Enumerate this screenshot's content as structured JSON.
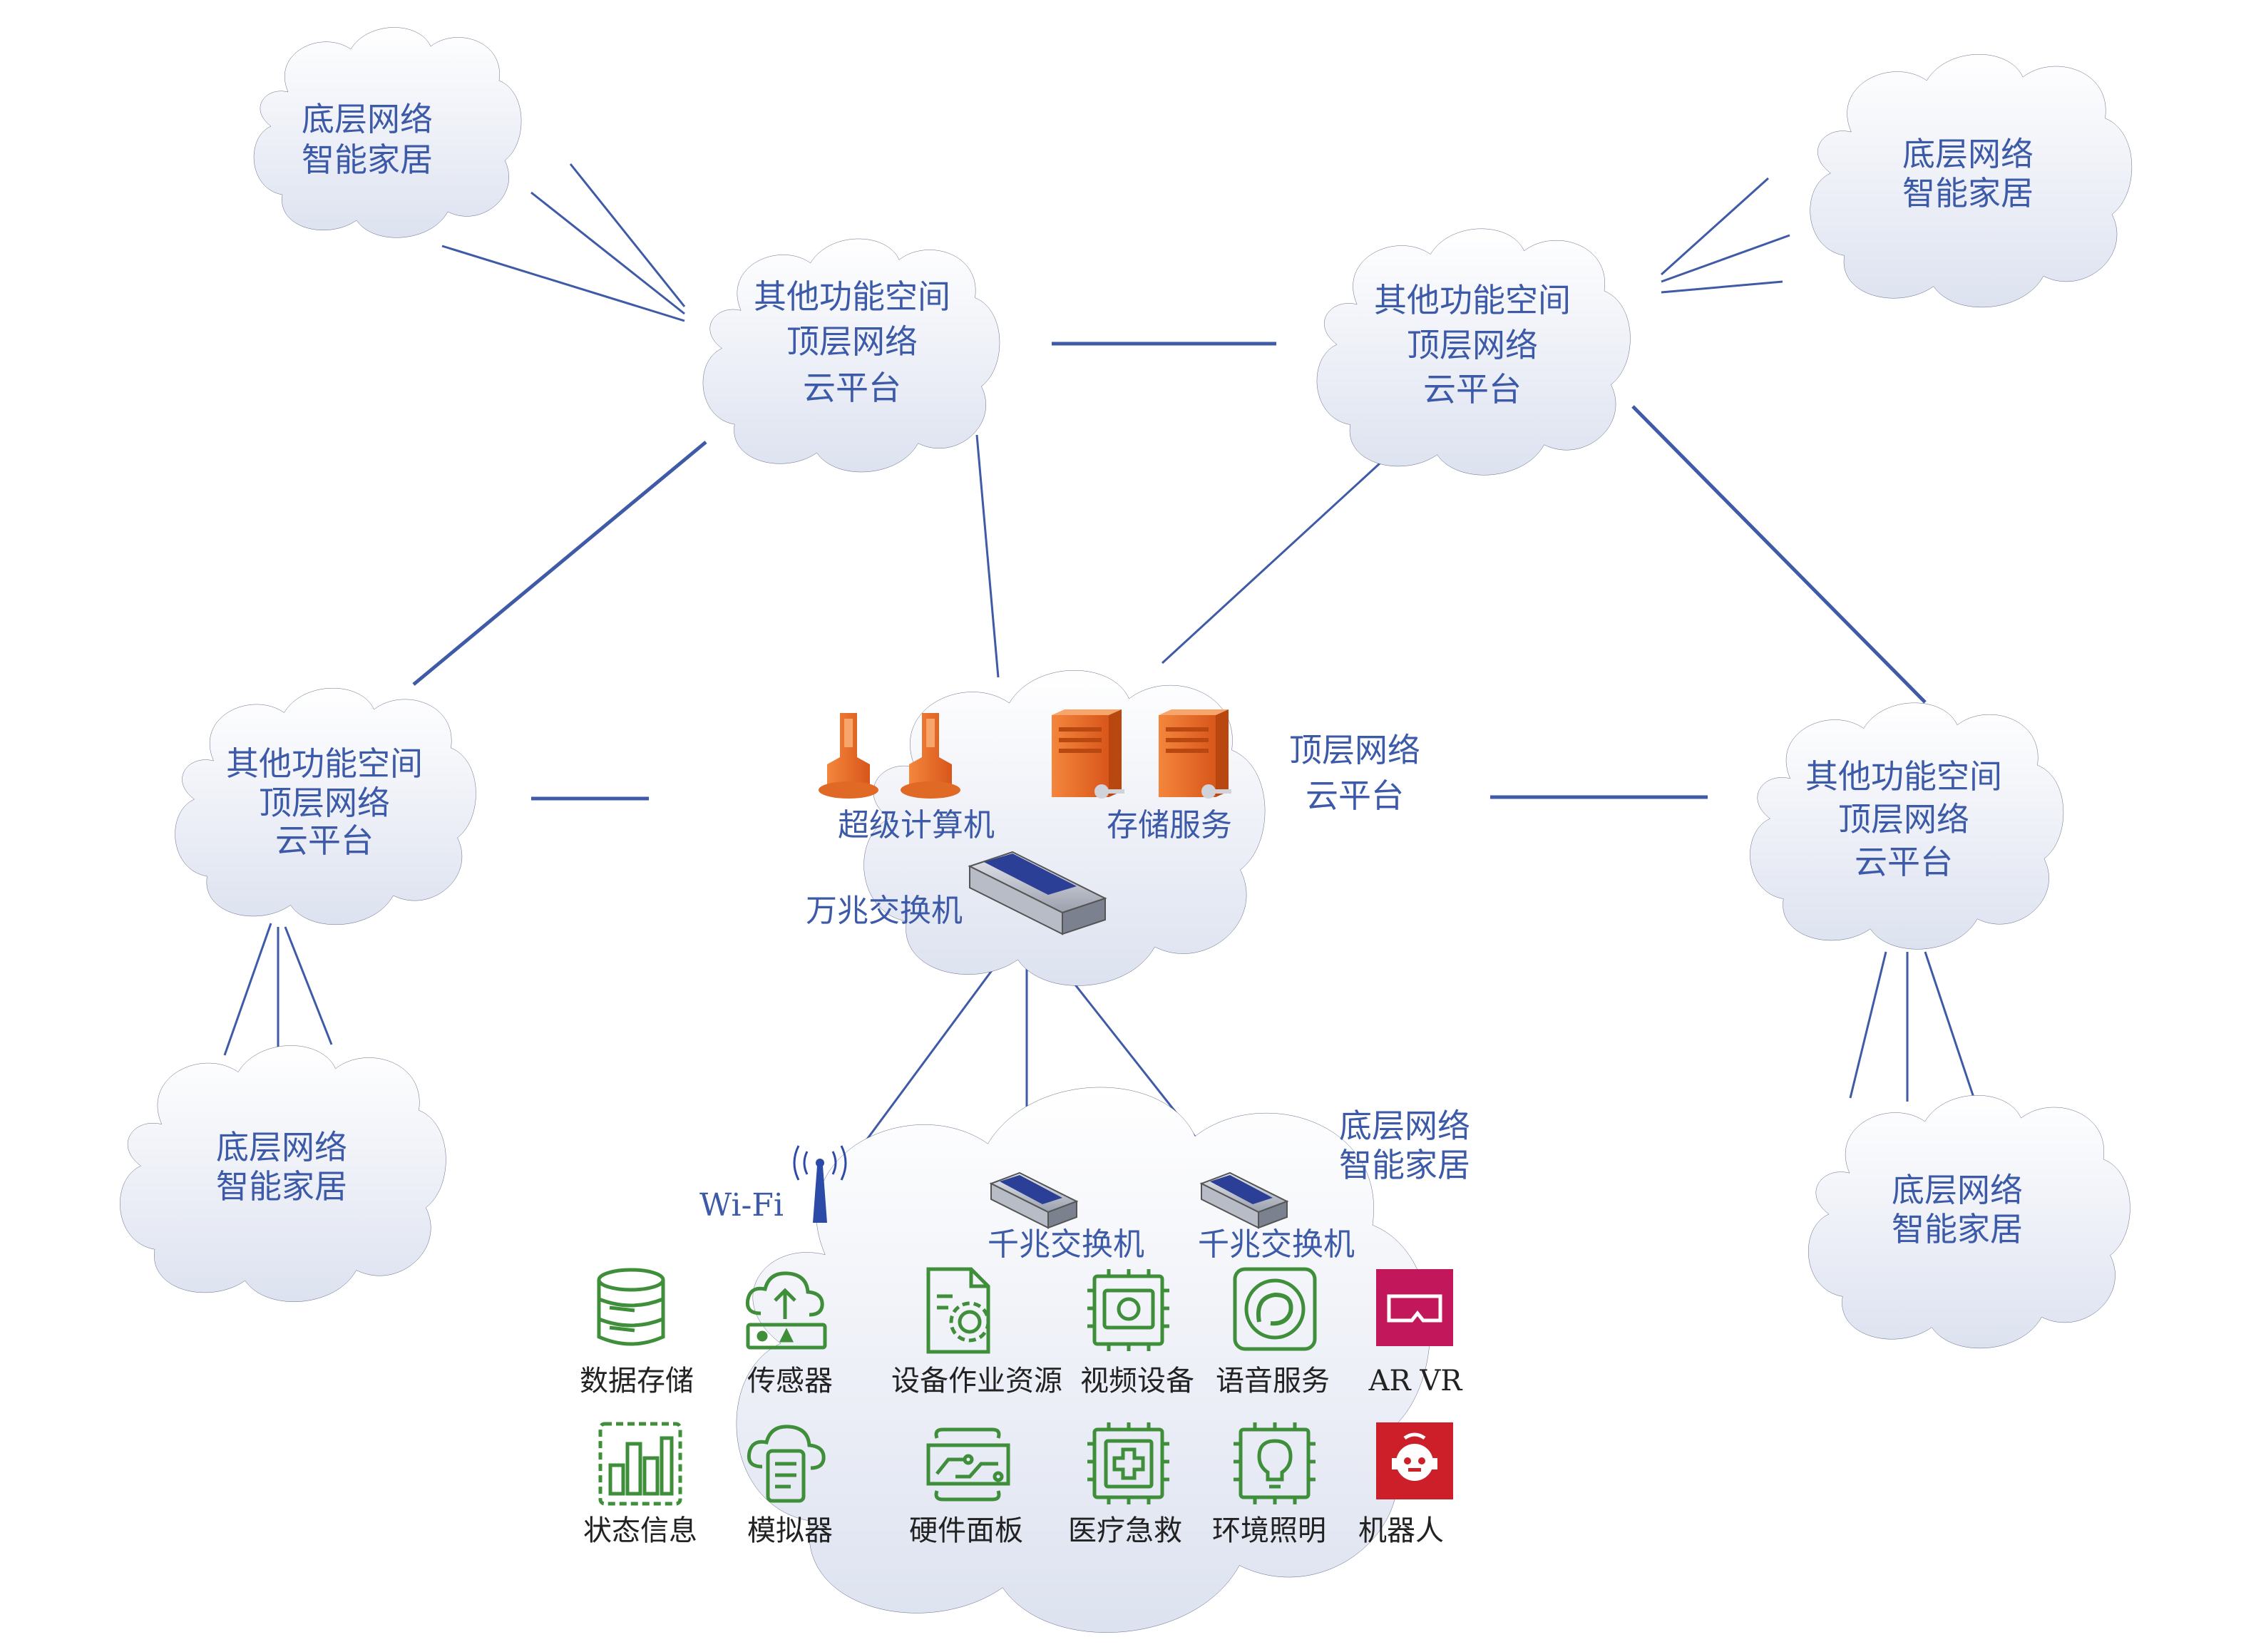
{
  "colors": {
    "link": "#3f5aa6",
    "cloud_fill_top": "#ffffff",
    "cloud_fill_bottom": "#dde2f0",
    "cloud_stroke": "#1f2b52",
    "text_blue": "#3c5aa8",
    "icon_green": "#3e8e3a",
    "accent_magenta": "#c2185b",
    "accent_red": "#cc1f2a",
    "orange": "#ef7a2c"
  },
  "clouds": {
    "top_left_home": [
      "底层网络",
      "智能家居"
    ],
    "top_right_home": [
      "底层网络",
      "智能家居"
    ],
    "top_center_left": [
      "其他功能空间",
      "顶层网络",
      "云平台"
    ],
    "top_center_right": [
      "其他功能空间",
      "顶层网络",
      "云平台"
    ],
    "mid_left": [
      "其他功能空间",
      "顶层网络",
      "云平台"
    ],
    "mid_right": [
      "其他功能空间",
      "顶层网络",
      "云平台"
    ],
    "bottom_left_home": [
      "底层网络",
      "智能家居"
    ],
    "bottom_right_home": [
      "底层网络",
      "智能家居"
    ],
    "center": [
      "顶层网络",
      "云平台"
    ],
    "main_home": [
      "底层网络",
      "智能家居"
    ]
  },
  "center_devices": {
    "supercomputer": "超级计算机",
    "storage": "存储服务",
    "core_switch": "万兆交换机"
  },
  "home_devices": {
    "wifi": "Wi-Fi",
    "switch_1": "千兆交换机",
    "switch_2": "千兆交换机"
  },
  "services_row1": [
    {
      "label": "数据存储",
      "icon": "database-icon"
    },
    {
      "label": "传感器",
      "icon": "cloud-upload-icon"
    },
    {
      "label": "设备作业资源",
      "icon": "document-gear-icon"
    },
    {
      "label": "视频设备",
      "icon": "camera-chip-icon"
    },
    {
      "label": "语音服务",
      "icon": "voice-assistant-icon"
    },
    {
      "label": "AR VR",
      "icon": "vr-headset-icon"
    }
  ],
  "services_row2": [
    {
      "label": "状态信息",
      "icon": "bar-status-icon"
    },
    {
      "label": "模拟器",
      "icon": "cloud-simulator-icon"
    },
    {
      "label": "硬件面板",
      "icon": "circuit-board-icon"
    },
    {
      "label": "医疗急救",
      "icon": "medical-chip-icon"
    },
    {
      "label": "环境照明",
      "icon": "lightbulb-chip-icon"
    },
    {
      "label": "机器人",
      "icon": "robot-icon"
    }
  ]
}
